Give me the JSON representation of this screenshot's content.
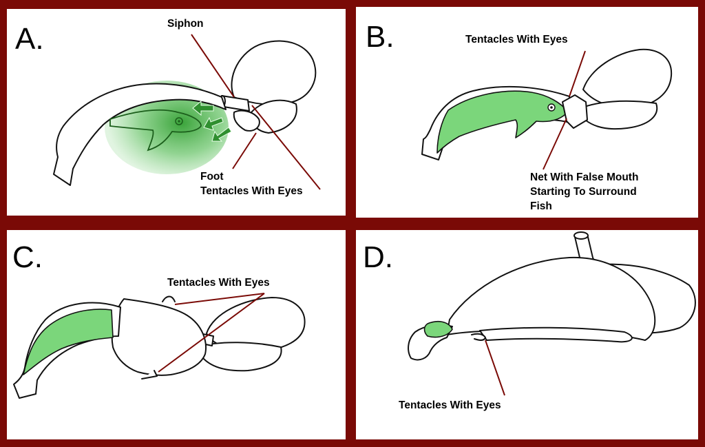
{
  "colors": {
    "frame": "#7a0a06",
    "leader": "#7a0a06",
    "fish_green": "#7bd67b",
    "cloud_green": "#3fae3f"
  },
  "panels": {
    "a": {
      "letter": "A.",
      "siphon": "Siphon",
      "foot": "Foot",
      "tentacles": "Tentacles With Eyes"
    },
    "b": {
      "letter": "B.",
      "tentacles": "Tentacles With Eyes",
      "net_line1": "Net With False Mouth",
      "net_line2": "Starting To Surround",
      "net_line3": "Fish"
    },
    "c": {
      "letter": "C.",
      "tentacles": "Tentacles With Eyes"
    },
    "d": {
      "letter": "D.",
      "tentacles": "Tentacles With Eyes"
    }
  }
}
